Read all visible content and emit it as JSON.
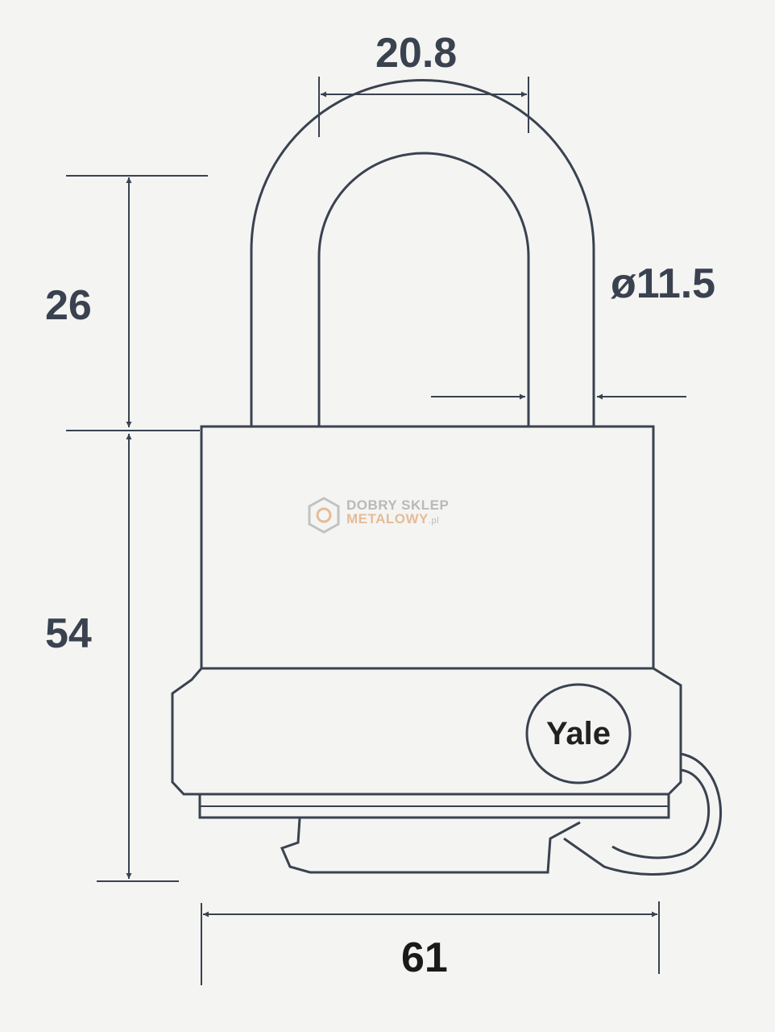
{
  "dimensions": {
    "shackle_width": "20.8",
    "shackle_height": "26",
    "shackle_diameter": "ø11.5",
    "body_height": "54",
    "body_width": "61"
  },
  "brand": {
    "logo_text": "Yale"
  },
  "watermark": {
    "line1": "DOBRY SKLEP",
    "line2": "METALOWY",
    "suffix": ".pl"
  },
  "colors": {
    "line": "#3a4250",
    "background": "#f4f4f2"
  }
}
